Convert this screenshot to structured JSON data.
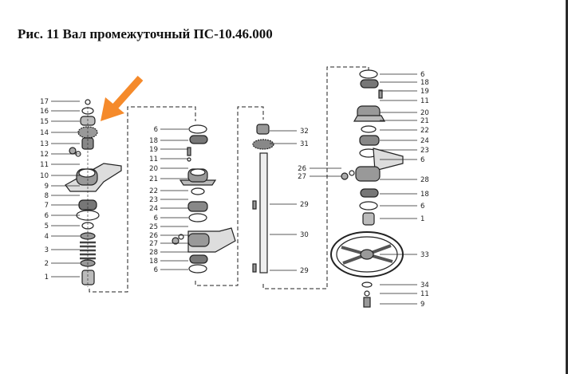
{
  "title": "Рис. 11 Вал промежуточный ПС-10.46.000",
  "colors": {
    "arrow": "#f58a2b",
    "ink": "#222222"
  },
  "diagram": {
    "column_1_labels": [
      "17",
      "16",
      "15",
      "14",
      "13",
      "12",
      "11",
      "10",
      "9",
      "8",
      "7",
      "6",
      "5",
      "4",
      "3",
      "2",
      "1"
    ],
    "column_2_labels": [
      "6",
      "18",
      "19",
      "11",
      "20",
      "21",
      "22",
      "23",
      "24",
      "6",
      "25",
      "26",
      "27",
      "28",
      "18",
      "6"
    ],
    "shaft_labels": [
      "32",
      "31",
      "29",
      "30",
      "29"
    ],
    "column_4_labels": [
      "6",
      "18",
      "19",
      "11",
      "20",
      "21",
      "22",
      "24",
      "23",
      "6",
      "28",
      "18",
      "6",
      "1",
      "33",
      "34",
      "11",
      "9"
    ],
    "column_4_left_labels": [
      "26",
      "27"
    ]
  }
}
